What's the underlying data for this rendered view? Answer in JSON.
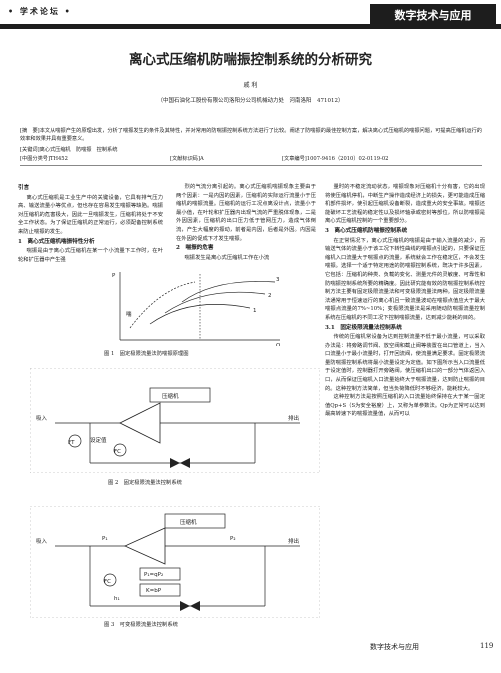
{
  "header": {
    "left": "• 学术论坛 •",
    "right": "数字技术与应用"
  },
  "title": "离心式压缩机防喘振控制系统的分析研究",
  "author": "戚 利",
  "affiliation": "（中国石油化工股份有限公司洛阳分公司机械动力处　河南洛阳　471012）",
  "abstract": "[摘　要]本文从喘振产生的原理出发，分析了喘振发生的条件及其特性，并对常用的防喘振控制系统方法进行了比较。阐述了防喘振的最佳控制方案，解决离心式压缩机的喘振问题，可提高压缩机运行的效率和效果并具有重要意义。",
  "keywords": "[关键词]离心式压缩机　防喘振　控制系统",
  "meta": {
    "clc": "[中图分类号]TH452",
    "doc_code": "[文献标识码]A",
    "article_no": "[文章编号]1007-9416（2010）02-0119-02"
  },
  "col1": {
    "intro_heading": "引言",
    "intro_text": "离心式压缩机是工业生产中的关键设备，它具有排气压力高、输送流量小等优点，但也存在容易发生喘振等缺陷。喘振对压缩机的危害极大，因此一旦喘振发生，压缩机将处于不安全工作状态。为了保证压缩机的正常运行，必须配备控制系统来防止喘振的发生。",
    "sec1_heading": "1　离心式压缩机喘振特性分析",
    "sec1_text": "喘振是由于离心式压缩机在某一个小流量下工作时，在叶轮和扩压器中产生强"
  },
  "col2": {
    "text1": "烈的气流分离引起的。离心式压缩机喘振现象主要由于两个因素：一是内因的因素，压缩机的实际运行流量小于压缩机的喘振流量。压缩机的运行工况点离设计点，流量小于最小值，在叶轮和扩压器内出现气流的严重脱体现象，二是外因因素，压缩机的出口压力低于管网压力，造成气体倒流，产生大幅度的振动，前者是内因，后者是外因。内因是在外因的促成下才发生喘振。",
    "sec2_heading": "2　喘振的危害",
    "sec2_text": "喘振发生是离心式压缩机工作在小流"
  },
  "col3": {
    "text1": "量时的不稳定流动状态，喘振现象对压缩机十分有害，它的出现将使压缩机停机，中断生产操作造成经济上的损失，更可能造成压缩机部件损坏，使引起压缩机设备断裂，造成重大的安全事故。喘振还能破坏工艺流程的稳定性以及损坏轴承或密封等部位，所以防喘振是离心式压缩机控制的一个重要部分。",
    "sec3_heading": "3　离心式压缩机防喘振控制系统",
    "sec3_text": "在正常情况下，离心式压缩机的喘振是由于输入流量的减少，而输送气体的流量小于该工况下转性曲线的喘振点引起的，只要保证压缩机入口流量大于喘振点的流量，系统就会工作在稳定区，不会发生喘振。选择一个适于特定用途的防喘振控制系统，既决于许多因素，它包括：压缩机的种类、负载的变化、测量元件的灵敏度、可靠性和防喘振控制系统所要的精确度。因此研究能有效的防喘振控制系统控制方法主要有固定极限流量法和可变极限流量法两种。固定极限流量法通常用于恒速运行的离心机且一致流量波动在喘振点值应大于最大喘振点流量的7%~10%；变极限流量法是采用随动防喘振流量控制系统在压缩机的不同工况下控制喘振流量，达到减少能耗的目的。",
    "sec31_heading": "3.1　固定极限流量法控制系统",
    "sec31_text": "传统的压缩机常设备为达到控制流量不低于最小流量，可以采取办法是：将旁路调节阀、放空阀和截止阀等装置在出口管道上，当入口流量小于最小流量时，打开回流阀，使流量满足要求。固定极限流量防喘振控制系统将最小流量设定为定值。如下图所示当入口流量低于设定值时，控制器打开旁路阀，使压缩机出口的一部分气体返回入口，从而保证压缩机入口流量始终大于喘振流量，达到防止喘振的目的。这种控制方法简单，但当负荷降低时不够经济，能耗较大。",
    "last_text": "这种控制方法是按照压缩机的入口流量始终保持在大于某一固定值Qp+S（S为安全裕度）上，又称为单参数法。Qp为正常可以达到最高转速下的喘振流量值，从而可以"
  },
  "figures": {
    "fig1_caption": "图 1　固定极限流量法防喘振原理图",
    "fig2_caption": "图 2　固定极限流量法控制系统",
    "fig3_caption": "图 3　可变极限流量法控制系统",
    "fig1_labels": {
      "surge_axis": "喘",
      "label1": "1",
      "label2": "2",
      "label3": "3",
      "y": "P",
      "x": "Q"
    },
    "fig2_labels": {
      "compressor": "压缩机",
      "inlet": "吸入",
      "outlet": "排出",
      "controller": "设定值",
      "fc": "FC",
      "ft": "FT"
    },
    "fig3_labels": {
      "compressor": "压缩机",
      "inlet": "吸入",
      "outlet": "排出",
      "p1": "P₁",
      "p2": "P₂",
      "fc": "FC",
      "k": "K=bP",
      "formula": "P₁=qP₂",
      "h1": "h₁"
    }
  },
  "footer": {
    "journal": "数字技术与应用",
    "page": "119"
  }
}
